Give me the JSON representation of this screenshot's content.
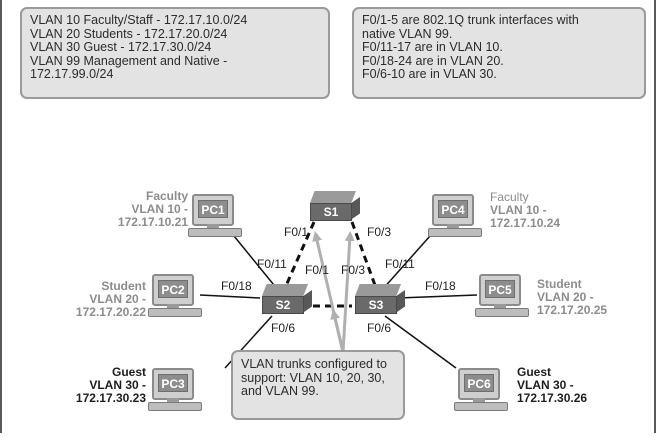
{
  "info_boxes": {
    "vlans": [
      "VLAN 10 Faculty/Staff - 172.17.10.0/24",
      "VLAN 20 Students - 172.17.20.0/24",
      "VLAN 30 Guest - 172.17.30.0/24",
      "VLAN 99 Management and Native -",
      "172.17.99.0/24"
    ],
    "ports": [
      "F0/1-5 are 802.1Q trunk interfaces with",
      "native VLAN 99.",
      "F0/11-17 are in VLAN 10.",
      "F0/18-24 are in VLAN 20.",
      "F0/6-10 are in VLAN 30."
    ],
    "trunk_note": [
      "VLAN trunks configured to",
      "support: VLAN 10, 20, 30,",
      "and VLAN 99."
    ]
  },
  "switches": {
    "s1": "S1",
    "s2": "S2",
    "s3": "S3"
  },
  "pcs": {
    "pc1": {
      "name": "PC1",
      "role": "Faculty",
      "vlan": "VLAN 10 -",
      "ip": "172.17.10.21"
    },
    "pc2": {
      "name": "PC2",
      "role": "Student",
      "vlan": "VLAN 20 -",
      "ip": "172.17.20.22"
    },
    "pc3": {
      "name": "PC3",
      "role": "Guest",
      "vlan": "VLAN 30 -",
      "ip": "172.17.30.23"
    },
    "pc4": {
      "name": "PC4",
      "role": "Faculty",
      "vlan": "VLAN 10 -",
      "ip": "172.17.10.24"
    },
    "pc5": {
      "name": "PC5",
      "role": "Student",
      "vlan": "VLAN 20 -",
      "ip": "172.17.20.25"
    },
    "pc6": {
      "name": "PC6",
      "role": "Guest",
      "vlan": "VLAN 30 -",
      "ip": "172.17.30.26"
    }
  },
  "ports": {
    "s1_left": "F0/1",
    "s1_right": "F0/3",
    "s2_up_left": "F0/11",
    "s2_up_right": "F0/1",
    "s2_pc2": "F0/18",
    "s2_pc3": "F0/6",
    "s3_up_left": "F0/3",
    "s3_up_right": "F0/11",
    "s3_pc5": "F0/18",
    "s3_pc6": "F0/6"
  },
  "colors": {
    "label_gray": "#8c8c8c",
    "label_dark": "#1e1e1e",
    "arrow_gray": "#b0b0b0",
    "box_fill": "#e3e3e3"
  }
}
